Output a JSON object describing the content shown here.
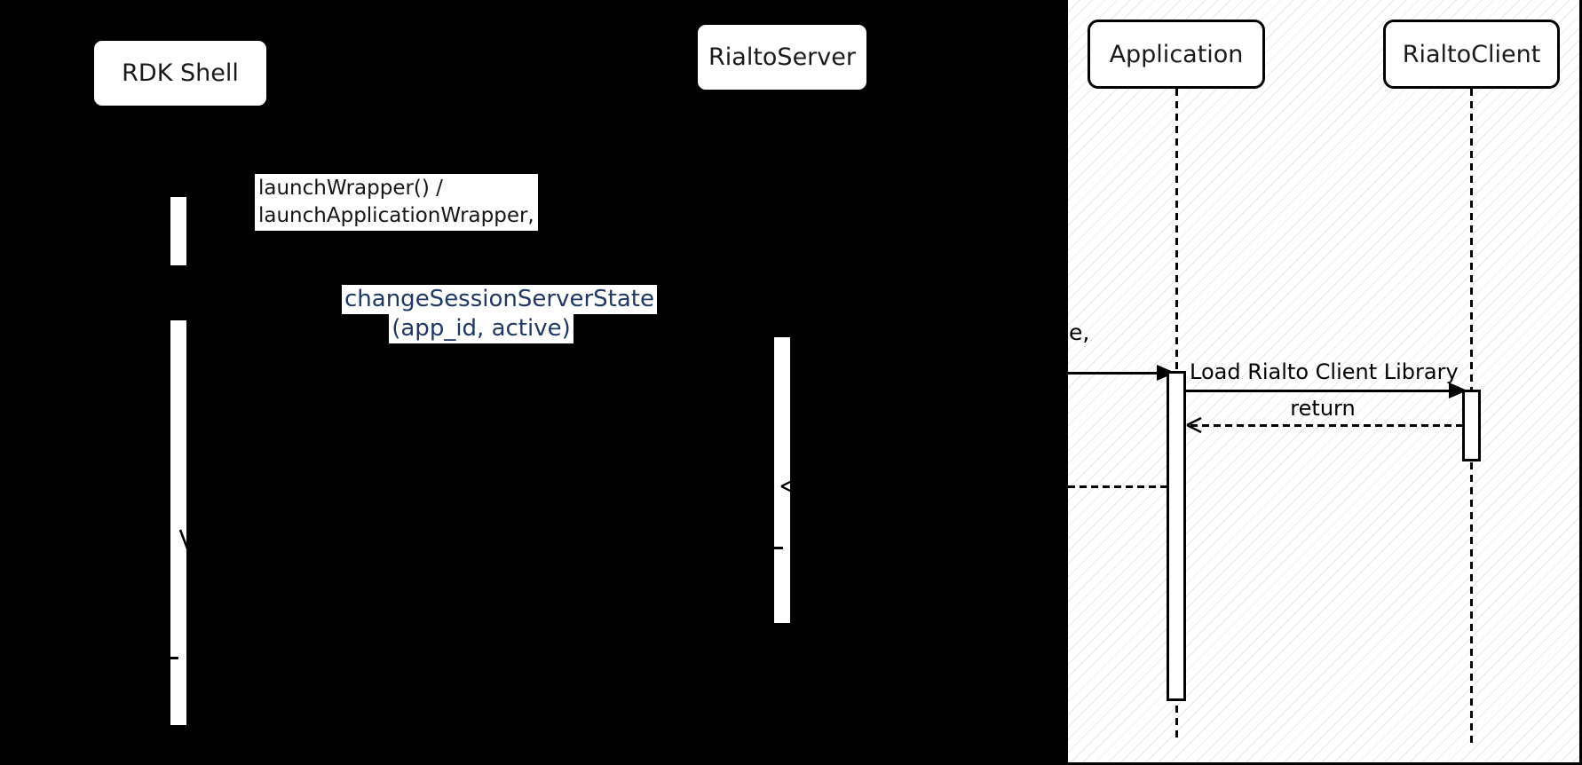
{
  "diagram": {
    "participants": [
      {
        "id": "rdk-shell",
        "label": "RDK Shell"
      },
      {
        "id": "rialto-server",
        "label": "RialtoServer"
      },
      {
        "id": "application",
        "label": "Application"
      },
      {
        "id": "rialto-client",
        "label": "RialtoClient"
      }
    ],
    "labels": {
      "launch_line1": "launchWrapper() /",
      "launch_line2": "launchApplicationWrapper,",
      "change_state_line1": "changeSessionServerState",
      "change_state_line2": "(app_id, active)",
      "partial_text": "e,",
      "load_client_library": "Load Rialto Client Library",
      "return_label": "return"
    },
    "colors": {
      "canvas_background": "#000000",
      "panel_background": "#ffffff",
      "panel_hatch": "#e8e8e8",
      "diagram_line": "#000000",
      "emphasis_text": "#1f3864"
    }
  }
}
